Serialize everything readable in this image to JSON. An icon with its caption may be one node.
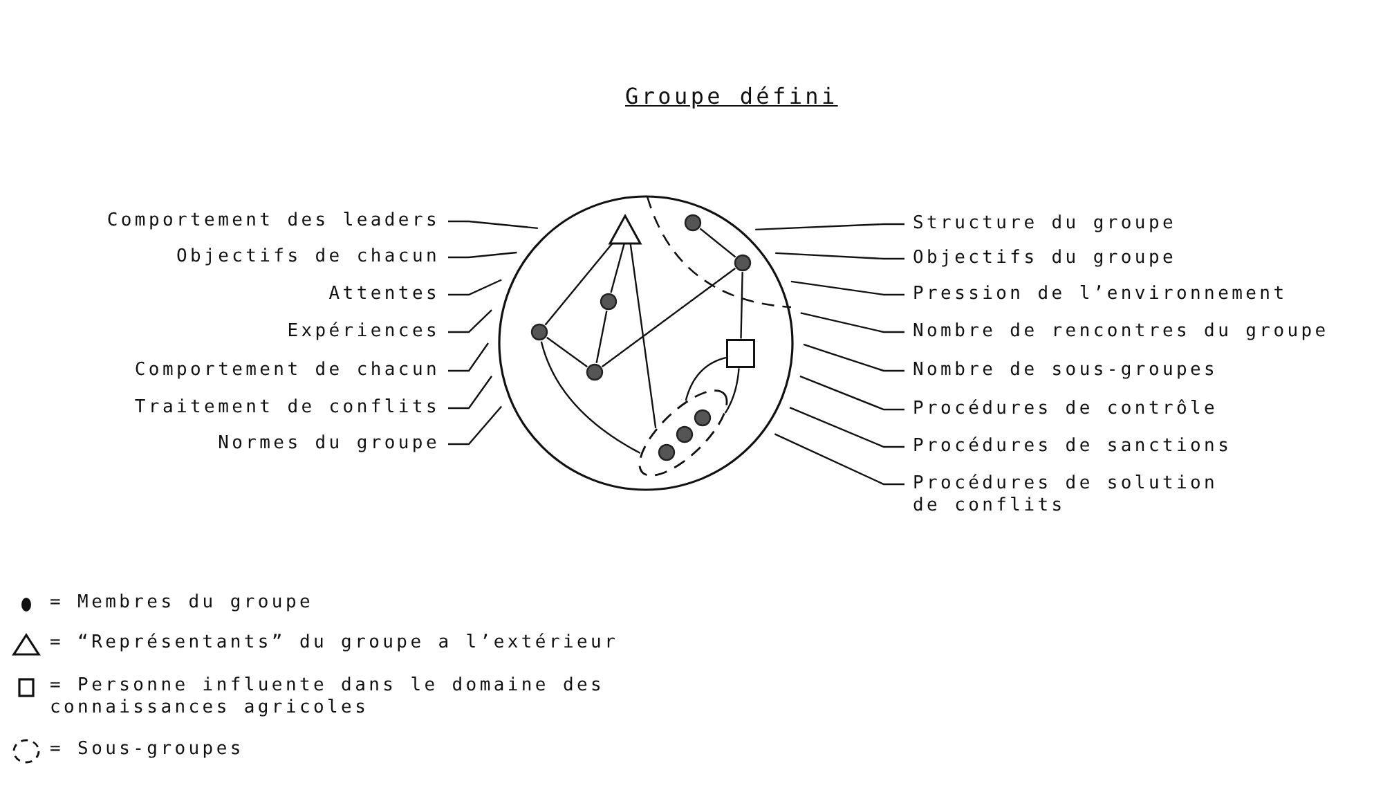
{
  "diagram": {
    "title": "Groupe défini",
    "nodes": [
      {
        "text": [],
        "shape": "circle"
      },
      {
        "text": [
          "Comportement des leaders"
        ]
      },
      {
        "text": [
          "Objectifs de chacun"
        ]
      },
      {
        "text": [
          "Attentes"
        ]
      },
      {
        "text": [
          "Expériences"
        ]
      },
      {
        "text": [
          "Comportement de chacun"
        ]
      },
      {
        "text": [
          "Traitement de conflits"
        ]
      },
      {
        "text": [
          "Normes du groupe"
        ]
      },
      {
        "text": [
          "Structure du groupe"
        ]
      },
      {
        "text": [
          "Objectifs du groupe"
        ]
      },
      {
        "text": [
          "Pression de l’environnement"
        ]
      },
      {
        "text": [
          "Nombre de rencontres du groupe"
        ]
      },
      {
        "text": [
          "Nombre de sous-groupes"
        ]
      },
      {
        "text": [
          "Procédures de contrôle"
        ]
      },
      {
        "text": [
          "Procédures de sanctions"
        ]
      },
      {
        "text": [
          "Procédures de solution de conflits"
        ]
      },
      {
        "text": [],
        "shape": "triangle",
        "in": 0
      },
      {
        "text": [],
        "shape": "circle",
        "in": 0
      },
      {
        "text": [],
        "shape": "circle",
        "in": 0
      },
      {
        "text": [],
        "shape": "circle",
        "in": 0
      },
      {
        "text": [],
        "shape": "circle",
        "in": 0
      },
      {
        "text": [],
        "shape": "circle",
        "in": 0
      },
      {
        "text": [],
        "shape": "box",
        "in": 0
      },
      {
        "text": [],
        "shape": "ellipse",
        "in": 0
      },
      {
        "text": [],
        "shape": "circle",
        "in": 23
      },
      {
        "text": [],
        "shape": "circle",
        "in": 23
      },
      {
        "text": [],
        "shape": "circle",
        "in": 23
      }
    ],
    "edges": [
      {
        "from": 1,
        "to": 0,
        "arrow": "none"
      },
      {
        "from": 2,
        "to": 0,
        "arrow": "none"
      },
      {
        "from": 3,
        "to": 0,
        "arrow": "none"
      },
      {
        "from": 4,
        "to": 0,
        "arrow": "none"
      },
      {
        "from": 5,
        "to": 0,
        "arrow": "none"
      },
      {
        "from": 6,
        "to": 0,
        "arrow": "none"
      },
      {
        "from": 7,
        "to": 0,
        "arrow": "none"
      },
      {
        "from": 8,
        "to": 0,
        "arrow": "none"
      },
      {
        "from": 9,
        "to": 0,
        "arrow": "none"
      },
      {
        "from": 10,
        "to": 0,
        "arrow": "none"
      },
      {
        "from": 11,
        "to": 0,
        "arrow": "none"
      },
      {
        "from": 12,
        "to": 0,
        "arrow": "none"
      },
      {
        "from": 13,
        "to": 0,
        "arrow": "none"
      },
      {
        "from": 14,
        "to": 0,
        "arrow": "none"
      },
      {
        "from": 15,
        "to": 0,
        "arrow": "none"
      },
      {
        "from": 20,
        "to": 16,
        "arrow": "none"
      },
      {
        "from": 16,
        "to": 19,
        "arrow": "none"
      },
      {
        "from": 19,
        "to": 21,
        "arrow": "none"
      },
      {
        "from": 20,
        "to": 21,
        "arrow": "none"
      },
      {
        "from": 21,
        "to": 18,
        "arrow": "none"
      },
      {
        "from": 17,
        "to": 18,
        "arrow": "none"
      },
      {
        "from": 18,
        "to": 22,
        "arrow": "none"
      },
      {
        "from": 16,
        "to": 23,
        "arrow": "none"
      },
      {
        "from": 20,
        "to": 23,
        "arrow": "none"
      },
      {
        "from": 22,
        "to": 23,
        "arrow": "none"
      },
      {
        "from": 22,
        "to": 23,
        "arrow": "none"
      }
    ],
    "legend": [
      {
        "text": "= Membres du groupe"
      },
      {
        "text": "= “Représentants” du groupe a l’extérieur"
      },
      {
        "text": "= Personne influente dans le domaine des connaissances agricoles"
      },
      {
        "text": "= Sous-groupes"
      }
    ]
  }
}
